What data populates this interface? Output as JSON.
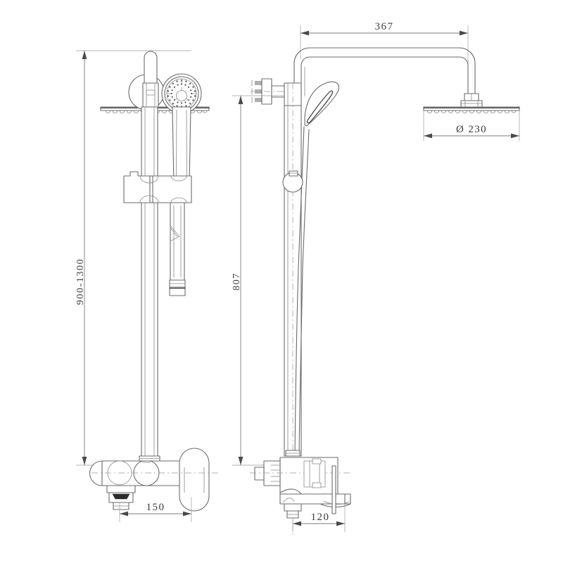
{
  "drawing": {
    "type": "technical-line-drawing",
    "subject": "Thermostatic rain shower column with handheld shower and bath mixer",
    "background_color": "#ffffff",
    "line_color": "#6b6b6b",
    "text_color": "#3d3d3d",
    "views": [
      {
        "id": "front-view",
        "name": "Front elevation",
        "position": "left"
      },
      {
        "id": "side-view",
        "name": "Side elevation",
        "position": "right"
      }
    ]
  },
  "dimensions": {
    "front_height": {
      "label": "900-1300",
      "orientation": "vertical",
      "view": "front-view",
      "description": "Adjustable riser height range"
    },
    "front_width": {
      "label": "150",
      "orientation": "horizontal",
      "view": "front-view",
      "description": "Mixer body width"
    },
    "arm_reach": {
      "label": "367",
      "orientation": "horizontal",
      "view": "side-view",
      "description": "Shower arm projection"
    },
    "side_height": {
      "label": "807",
      "orientation": "vertical",
      "view": "side-view",
      "description": "Riser height"
    },
    "head_diameter": {
      "label": "Ø 230",
      "orientation": "horizontal",
      "view": "side-view",
      "description": "Rain shower head diameter"
    },
    "side_depth": {
      "label": "120",
      "orientation": "horizontal",
      "view": "side-view",
      "description": "Mixer body projection"
    }
  },
  "components": {
    "rain_head": "rain-shower-head",
    "hand_shower": "hand-shower",
    "slider_bracket": "slider-bracket",
    "hose": "shower-hose",
    "riser_rail": "riser-rail",
    "shower_arm": "shower-arm",
    "mixer_valve": "bath-shower-mixer",
    "diverter": "diverter-knob",
    "lever_handle": "lever-handle",
    "wall_inlet": "wall-inlet-connector",
    "bath_spout": "bath-spout"
  }
}
